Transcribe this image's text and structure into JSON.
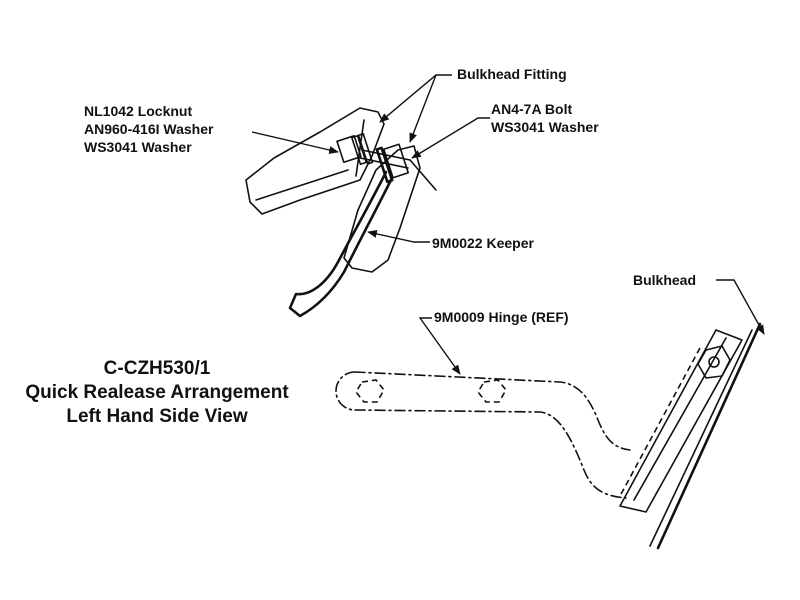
{
  "labels": {
    "bulkhead_fitting": "Bulkhead Fitting",
    "locknut_group": [
      "NL1042 Locknut",
      "AN960-416I Washer",
      "WS3041 Washer"
    ],
    "bolt_group": [
      "AN4-7A Bolt",
      "WS3041 Washer"
    ],
    "keeper": "9M0022 Keeper",
    "bulkhead": "Bulkhead",
    "hinge": "9M0009 Hinge (REF)"
  },
  "title": {
    "lines": [
      "C-CZH530/1",
      "Quick Realease Arrangement",
      "Left Hand Side View"
    ]
  }
}
